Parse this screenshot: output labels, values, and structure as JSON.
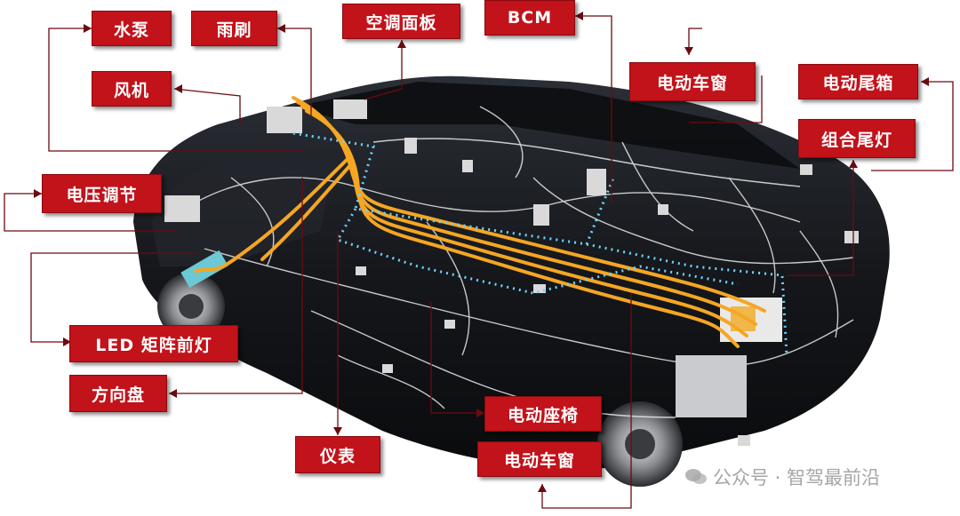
{
  "labels": {
    "water_pump": "水泵",
    "wiper": "雨刷",
    "ac_panel": "空调面板",
    "bcm": "BCM",
    "power_window_top": "电动车窗",
    "power_tailgate": "电动尾箱",
    "blower": "风机",
    "combination_tail_lamp": "组合尾灯",
    "voltage_regulation": "电压调节",
    "led_matrix_headlamp": "LED 矩阵前灯",
    "steering_wheel": "方向盘",
    "power_seat": "电动座椅",
    "instrument_cluster": "仪表",
    "power_window_bottom": "电动车窗"
  },
  "watermark": {
    "text": "公众号 · 智驾最前沿"
  },
  "colors": {
    "label_bg": "#c2121a",
    "label_text": "#ffffff",
    "car_body": "#16181d",
    "harness_main": "#f5a623",
    "harness_thin": "#e8e8e8",
    "network_dotted": "#6fd3ff",
    "leader_line": "#6b0b10"
  }
}
